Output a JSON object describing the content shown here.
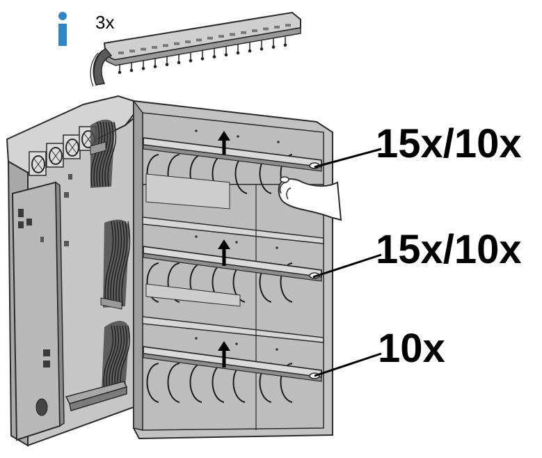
{
  "info": {
    "icon": "info-icon",
    "color": "#2f86c6",
    "count_label": "3x"
  },
  "callouts": {
    "top_rail": "15x/10x",
    "middle_rail": "15x/10x",
    "bottom_rail": "10x"
  },
  "colors": {
    "cabinet_fill": "#c9c9c9",
    "cabinet_dark": "#8e8e8e",
    "outline": "#2a2a2a",
    "arrow": "#000000"
  }
}
